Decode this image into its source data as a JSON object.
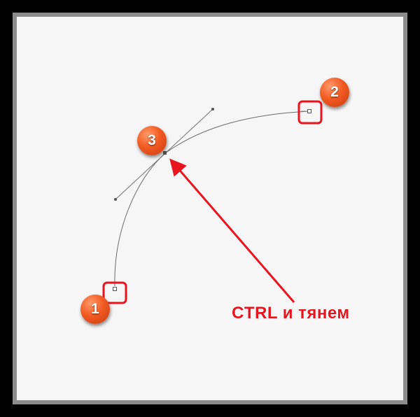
{
  "badges": {
    "one": "1",
    "two": "2",
    "three": "3"
  },
  "caption": "CTRL и тянем",
  "colors": {
    "accent_red": "#e8141e",
    "badge_orange": "#f25a22",
    "canvas": "#f6f6f6"
  }
}
